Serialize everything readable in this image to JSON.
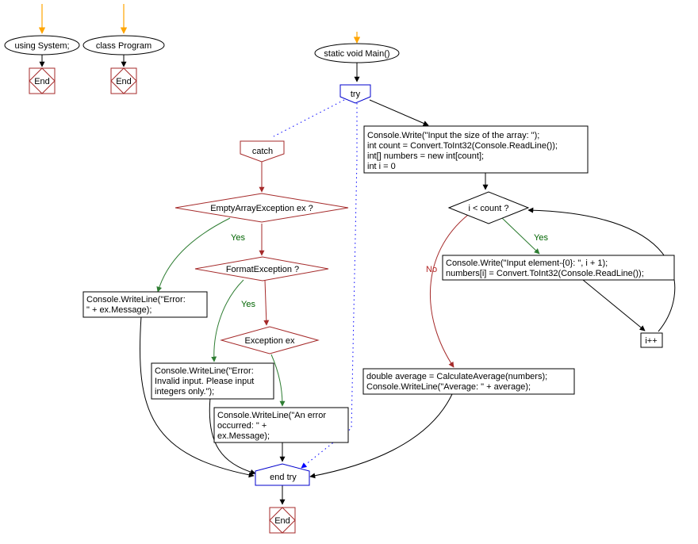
{
  "nodes": {
    "using_system": "using System;",
    "class_program": "class Program",
    "end_label": "End",
    "main": "static void Main()",
    "try": "try",
    "catch": "catch",
    "init_lines": [
      "Console.Write(\"Input the size of the array: \");",
      "int count = Convert.ToInt32(Console.ReadLine());",
      "int[] numbers = new int[count];",
      "int i = 0"
    ],
    "loop_cond": "i < count ?",
    "loop_body_lines": [
      "Console.Write(\"Input element-{0}: \", i + 1);",
      "numbers[i] = Convert.ToInt32(Console.ReadLine());"
    ],
    "increment": "i++",
    "result_lines": [
      "double average = CalculateAverage(numbers);",
      "Console.WriteLine(\"Average: \" + average);"
    ],
    "empty_exception": "EmptyArrayException ex ?",
    "format_exception": "FormatException ?",
    "exception_ex": "Exception ex",
    "empty_handler_lines": [
      "Console.WriteLine(\"Error:",
      "\" + ex.Message);"
    ],
    "format_handler_lines": [
      "Console.WriteLine(\"Error:",
      "Invalid input. Please input",
      "integers only.\");"
    ],
    "general_handler_lines": [
      "Console.WriteLine(\"An error",
      "occurred: \" +",
      "ex.Message);"
    ],
    "end_try": "end try"
  },
  "edge_labels": {
    "yes": "Yes",
    "no": "No"
  },
  "colors": {
    "start_arrow": "#ffa500",
    "flow": "#000000",
    "catch_flow": "#a52a2a",
    "yes_branch": "#2e7d32",
    "no_branch": "#b22222",
    "try_catch_link": "#0000ff"
  }
}
